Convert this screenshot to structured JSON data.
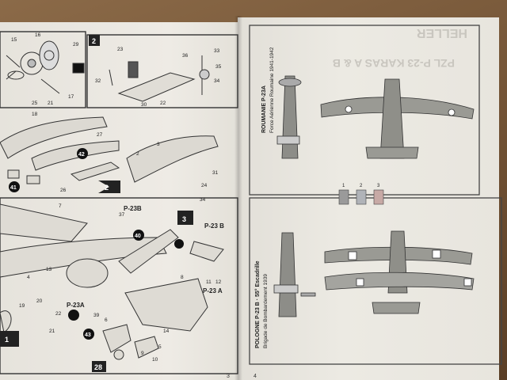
{
  "title_banner": "PZL P-23 KARAS A & B",
  "brand_ghost": "HELLER",
  "steps": [
    "2",
    "3",
    "2",
    "1"
  ],
  "step_tags": [
    "2",
    "3",
    "2",
    "1",
    "28"
  ],
  "variant_labels": {
    "p23b_top": "P-23B",
    "p23b_right": "P-23 B",
    "p23a_right": "P-23 A",
    "p23a_left": "P-23A"
  },
  "part_numbers_top": [
    "15",
    "16",
    "29",
    "17",
    "21",
    "23",
    "36",
    "33",
    "32",
    "34",
    "35",
    "30",
    "22"
  ],
  "part_numbers_mid": [
    "25",
    "18",
    "27",
    "42",
    "3",
    "2",
    "31",
    "41",
    "26",
    "24",
    "34"
  ],
  "part_numbers_low": [
    "7",
    "37",
    "40",
    "13",
    "4",
    "8",
    "12",
    "11",
    "20",
    "19",
    "22",
    "39",
    "6",
    "43",
    "14",
    "21",
    "5",
    "9",
    "10"
  ],
  "scheme_a": {
    "country": "ROUMANIE  P-23A",
    "unit": "Force Aérienne Roumaine  1941-1942"
  },
  "scheme_b": {
    "country": "POLOGNE  P-23 B  ·  55° Escadrille",
    "unit": "Brigade de Bombardement  1939"
  },
  "color_chips": [
    "1",
    "2",
    "3"
  ],
  "page_numbers": {
    "left": "3",
    "right": "4"
  }
}
